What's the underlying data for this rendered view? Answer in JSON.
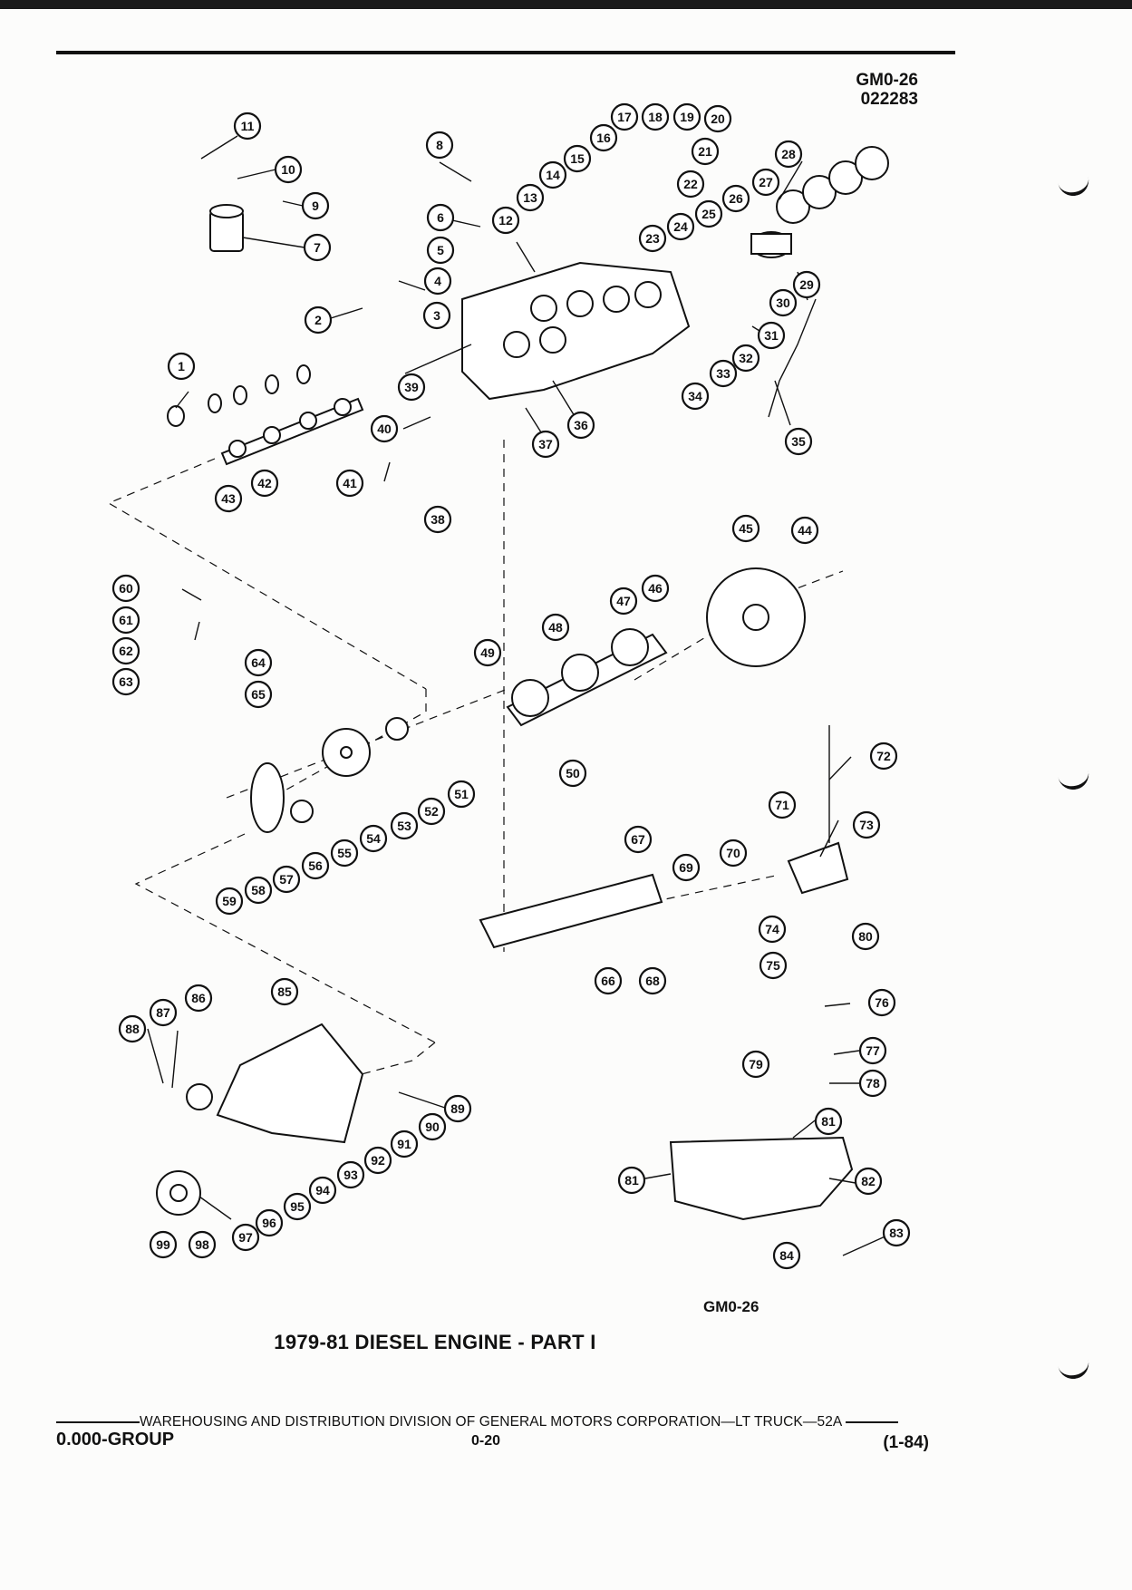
{
  "document": {
    "figure_code_top": "GM0-26",
    "date_code": "022283",
    "figure_code_bottom": "GM0-26",
    "title": "1979-81 DIESEL ENGINE - PART I",
    "footer": {
      "division_line": "WAREHOUSING AND DISTRIBUTION  DIVISION OF GENERAL MOTORS CORPORATION—LT TRUCK—52A",
      "group": "0.000-GROUP",
      "page": "0-20",
      "revision": "(1-84)"
    }
  },
  "callouts": [
    "1",
    "2",
    "3",
    "4",
    "5",
    "6",
    "7",
    "8",
    "9",
    "10",
    "11",
    "12",
    "13",
    "14",
    "15",
    "16",
    "17",
    "18",
    "19",
    "20",
    "21",
    "22",
    "23",
    "24",
    "25",
    "26",
    "27",
    "28",
    "29",
    "30",
    "31",
    "32",
    "33",
    "34",
    "35",
    "36",
    "37",
    "38",
    "39",
    "40",
    "41",
    "42",
    "43",
    "44",
    "45",
    "46",
    "47",
    "48",
    "49",
    "50",
    "51",
    "52",
    "53",
    "54",
    "55",
    "56",
    "57",
    "58",
    "59",
    "60",
    "61",
    "62",
    "63",
    "64",
    "65",
    "66",
    "67",
    "68",
    "69",
    "70",
    "71",
    "72",
    "73",
    "74",
    "75",
    "76",
    "77",
    "78",
    "79",
    "80",
    "81",
    "82",
    "83",
    "84",
    "85",
    "86",
    "87",
    "88",
    "89",
    "90",
    "91",
    "92",
    "93",
    "94",
    "95",
    "96",
    "97",
    "98",
    "99"
  ]
}
